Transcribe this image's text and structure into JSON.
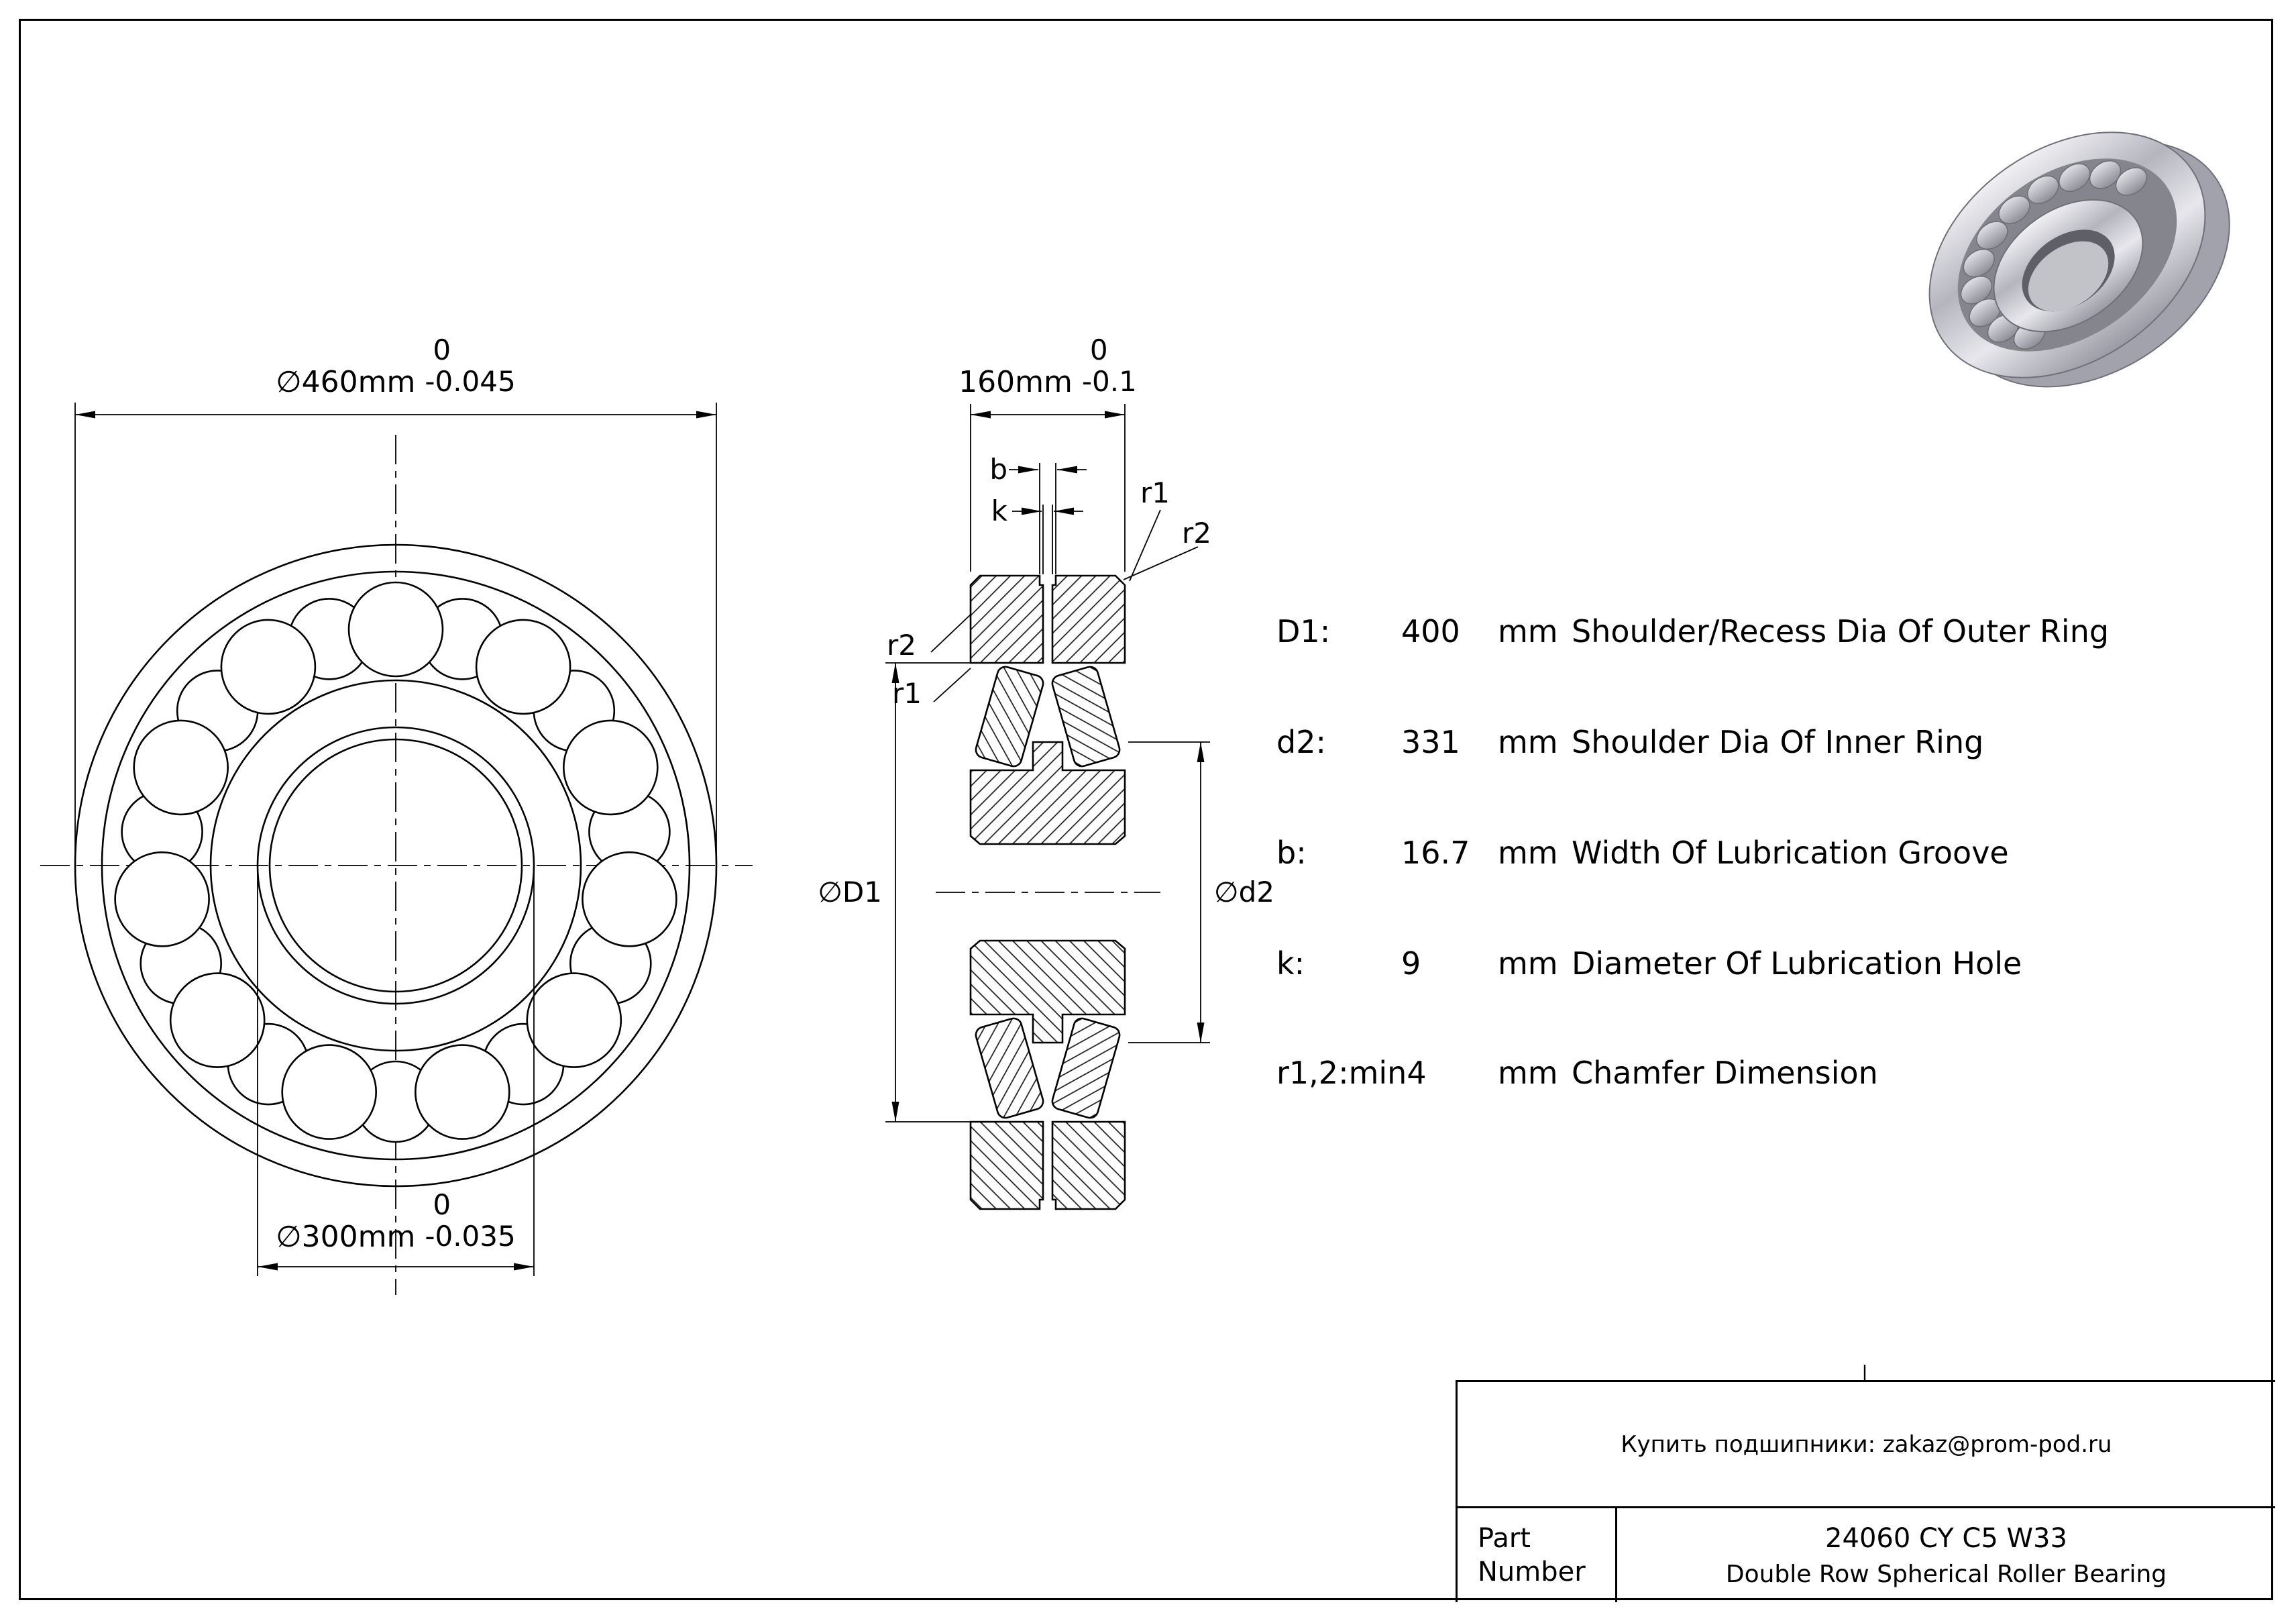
{
  "colors": {
    "line": "#000000",
    "background": "#ffffff"
  },
  "front_view": {
    "outer_dim": {
      "value": "∅460mm",
      "tol_top": "0",
      "tol_bottom": "-0.045"
    },
    "bore_dim": {
      "value": "∅300mm",
      "tol_top": "0",
      "tol_bottom": "-0.035"
    }
  },
  "section_view": {
    "width_dim": {
      "value": "160mm",
      "tol_top": "0",
      "tol_bottom": "-0.1"
    },
    "groove_label": "b",
    "hole_label": "k",
    "chamfer_r1": "r1",
    "chamfer_r2": "r2",
    "outer_shoulder_label": "∅D1",
    "inner_shoulder_label": "∅d2"
  },
  "specs": {
    "rows": [
      {
        "label": "D1:",
        "value": "400",
        "unit": "mm",
        "desc": "Shoulder/Recess Dia Of Outer Ring"
      },
      {
        "label": "d2:",
        "value": "331",
        "unit": "mm",
        "desc": "Shoulder Dia Of Inner Ring"
      },
      {
        "label": "b:",
        "value": "16.7",
        "unit": "mm",
        "desc": "Width Of Lubrication Groove"
      },
      {
        "label": "k:",
        "value": "9",
        "unit": "mm",
        "desc": "Diameter Of Lubrication Hole"
      },
      {
        "label": "r1,2:",
        "value": "min4",
        "unit": "mm",
        "desc": "Chamfer Dimension"
      }
    ]
  },
  "title_block": {
    "contact": "Купить подшипники: zakaz@prom-pod.ru",
    "part_label": "Part Number",
    "part_number": "24060 CY C5 W33",
    "description": "Double Row Spherical Roller Bearing"
  }
}
